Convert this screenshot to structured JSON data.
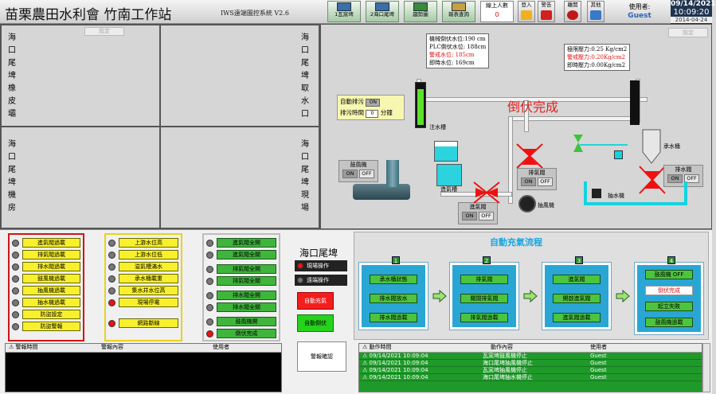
{
  "header": {
    "title": "苗栗農田水利會 竹南工作站",
    "subtitle": "IWS遠端圖控系統 V2.6",
    "nav": [
      {
        "label": "1瓦窯埤"
      },
      {
        "label": "2海口尾埤"
      },
      {
        "label": "趨勢圖"
      },
      {
        "label": "報表查詢"
      }
    ],
    "online_label": "線上人數",
    "online_count": "0",
    "small_buttons": [
      {
        "label": "登入",
        "icon": "login-icon",
        "color": "#f0b020"
      },
      {
        "label": "警告",
        "icon": "warning-icon",
        "color": "#d02020"
      },
      {
        "label": "離開",
        "icon": "exit-icon",
        "color": "#c01818"
      },
      {
        "label": "其他",
        "icon": "other-icon",
        "color": "#3a78c8"
      }
    ],
    "user_label": "使用者:",
    "user_name": "Guest",
    "clock_date": "09/14/2021",
    "clock_time": "10:09:20",
    "clock_date2": "2014-04-24"
  },
  "cameras": [
    {
      "label": "海口尾埤橡皮壩",
      "tag": ""
    },
    {
      "label": "海口尾埤取水口",
      "tag": "設定"
    },
    {
      "label": "海口尾埤機房",
      "tag": ""
    },
    {
      "label": "海口尾埤現場",
      "tag": ""
    }
  ],
  "mimic": {
    "tag": "設定",
    "levels": [
      {
        "label": "機械倒伏水位:",
        "value": "190 cm",
        "red": false
      },
      {
        "label": "PLC倒伏水位:",
        "value": "188cm",
        "red": false
      },
      {
        "label": "警戒水位:",
        "value": "185cm",
        "red": true
      },
      {
        "label": "即時水位:",
        "value": "169cm",
        "red": false
      }
    ],
    "pressures": [
      {
        "label": "極限壓力:",
        "value": "0.25 Kg/cm2",
        "red": false
      },
      {
        "label": "警戒壓力:",
        "value": "0.20Kg/cm2",
        "red": true
      },
      {
        "label": "即時壓力:",
        "value": "0.00Kg/cm2",
        "red": false
      }
    ],
    "status_text": "倒伏完成",
    "auto_drain_label": "自動排污",
    "auto_drain_state": "ON",
    "drain_time_label": "排污時間",
    "drain_time_value": "0",
    "drain_time_unit": "分鐘",
    "tank_label": "注水槽",
    "float_tank_label": "造氣槽",
    "blower_label": "鼓風機",
    "exhaust_valve_label": "排氣閥",
    "fan_label": "抽風機",
    "receive_tank_label": "承水桶",
    "drain_valve_label": "排水閥",
    "pump_label": "抽水機",
    "intake_valve_label": "進氣閥",
    "on_label": "ON",
    "off_label": "OFF"
  },
  "alarms_red_box": [
    "進氣閥過載",
    "排氣閥過載",
    "排水閥過載",
    "鼓風機過載",
    "抽風機過載",
    "抽水機過載",
    "防盜設定",
    "防盜警報"
  ],
  "alarms_yellow_box": [
    {
      "label": "上游水位高",
      "red": false
    },
    {
      "label": "上游水位低",
      "red": false
    },
    {
      "label": "溢氣槽滿水",
      "red": false
    },
    {
      "label": "承水桶載重",
      "red": false
    },
    {
      "label": "集水井水位高",
      "red": false
    },
    {
      "label": "現場停電",
      "red": true
    },
    {
      "label": "網路斷線",
      "red": true
    }
  ],
  "status_green_box": [
    {
      "label": "進氣閥全開",
      "red": false
    },
    {
      "label": "進氣閥全關",
      "red": false
    },
    {
      "label": "排氣閥全開",
      "red": false
    },
    {
      "label": "排氣閥全關",
      "red": false
    },
    {
      "label": "排水閥全開",
      "red": false
    },
    {
      "label": "排水閥全關",
      "red": false
    },
    {
      "label": "鼓風機開",
      "red": false
    },
    {
      "label": "倒伏完成",
      "red": true
    }
  ],
  "site": {
    "name": "海口尾埤",
    "local_op": "現場操作",
    "remote_op": "遠端操作",
    "auto_fill": "自動充氣",
    "auto_collapse": "自動倒伏",
    "alarm_confirm": "警報確認"
  },
  "flow": {
    "title": "自動充氣流程",
    "panels": [
      {
        "num": "1",
        "items": [
          "承水桶狀態",
          "排水閥放水",
          "排水閥過載"
        ]
      },
      {
        "num": "2",
        "items": [
          "排氣閥",
          "關閉排氣閥",
          "排氣閥過載"
        ]
      },
      {
        "num": "3",
        "items": [
          "進氣閥",
          "開啟進氣閥",
          "進氣閥過載"
        ]
      },
      {
        "num": "4",
        "items": [
          "鼓風機 OFF",
          "倒伏完成",
          "起立失敗",
          "鼓風機過載"
        ]
      }
    ]
  },
  "alarm_table": {
    "headers": [
      "警報時間",
      "警報內容",
      "使用者"
    ]
  },
  "event_table": {
    "headers": [
      "動作時間",
      "動作內容",
      "使用者"
    ],
    "rows": [
      {
        "time": "09/14/2021 10:09:04",
        "content": "瓦窯埤鼓風機停止",
        "user": "Guest"
      },
      {
        "time": "09/14/2021 10:09:04",
        "content": "海口尾埤抽風機停止",
        "user": "Guest"
      },
      {
        "time": "09/14/2021 10:09:04",
        "content": "瓦窯埤抽風機停止",
        "user": "Guest"
      },
      {
        "time": "09/14/2021 10:09:04",
        "content": "海口尾埤抽水機停止",
        "user": "Guest"
      }
    ]
  }
}
